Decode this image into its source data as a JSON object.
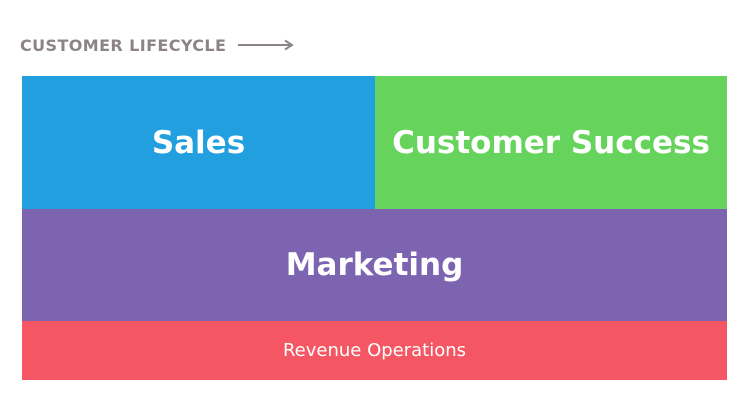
{
  "header": {
    "label": "CUSTOMER LIFECYCLE",
    "arrow_icon": "arrow-right-icon"
  },
  "blocks": {
    "sales": "Sales",
    "customer_success": "Customer Success",
    "marketing": "Marketing",
    "revenue_operations": "Revenue Operations"
  },
  "colors": {
    "header_text": "#8c8484",
    "sales": "#219fdf",
    "customer_success": "#66d45c",
    "marketing": "#7d64b0",
    "revenue_operations": "#f45663",
    "block_text": "#ffffff"
  }
}
